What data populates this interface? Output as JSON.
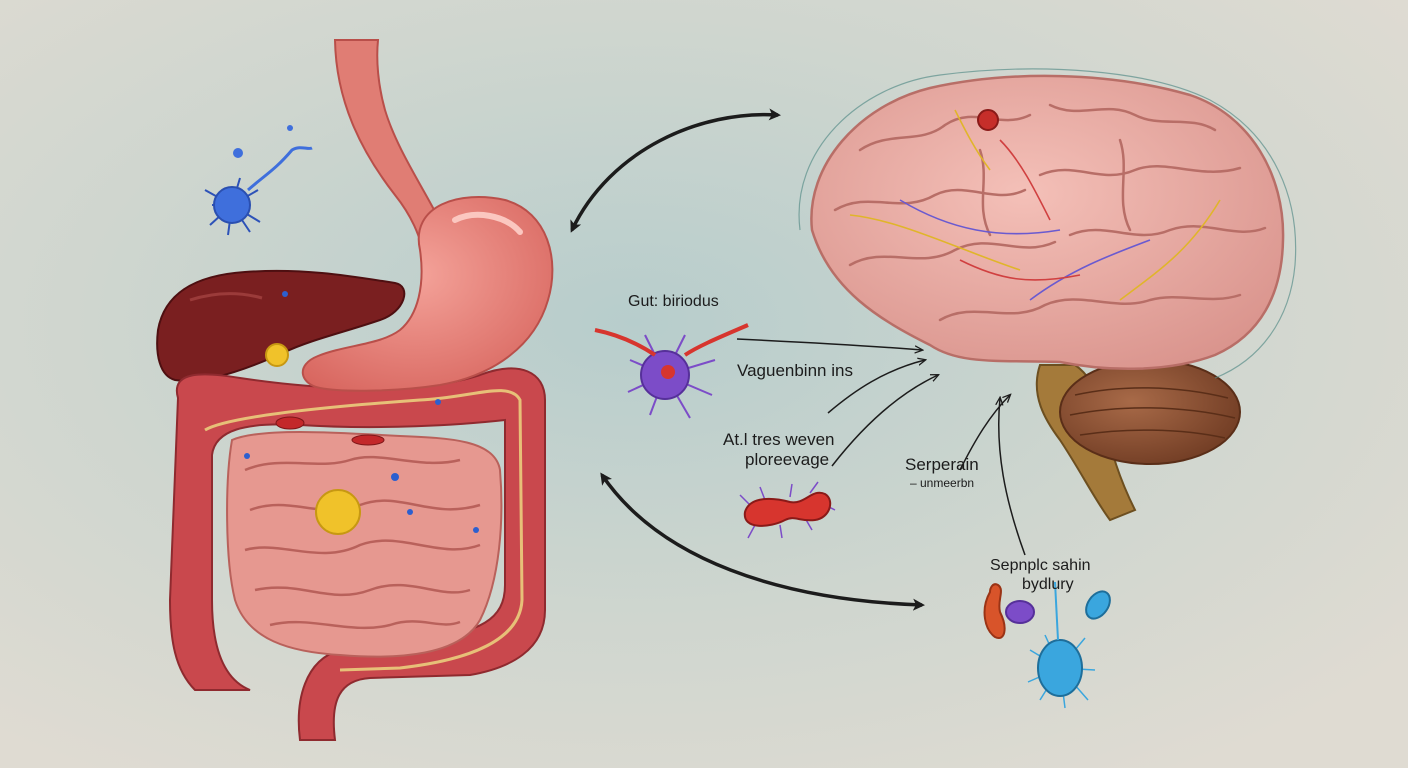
{
  "colors": {
    "background": "#dfdbd2",
    "background_tint": "#b7cdcc",
    "stomach": "#e17a72",
    "liver": "#7a1f20",
    "colon": "#c9484d",
    "small_intestine": "#e69890",
    "brain": "#e9aaa3",
    "cerebellum": "#8a5032",
    "brainstem": "#a47a3a",
    "arrow": "#1c1c1c",
    "microbe_blue": "#3f6fdc",
    "microbe_purple": "#7c4cc8",
    "microbe_red": "#d7352e",
    "microbe_yellow": "#f0c22a",
    "microbe_cyan": "#3aa6de",
    "microbe_orange": "#d8542a"
  },
  "labels": {
    "gut_bacteria": "Gut: biriodus",
    "vagus_line1": "Vaguenbinn ins",
    "signals_line1": "At.l tres weven",
    "signals_line2": "ploreevage",
    "serotonin_line1": "Serperain",
    "serotonin_line2": "– unmeerbn",
    "metabolites_line1": "Sepnplc sahin",
    "metabolites_line2": "bydlury"
  },
  "icons": [
    "gut-microbe-icon",
    "bacteria-icon",
    "brain-icon",
    "stomach-icon",
    "liver-icon",
    "intestine-icon"
  ]
}
